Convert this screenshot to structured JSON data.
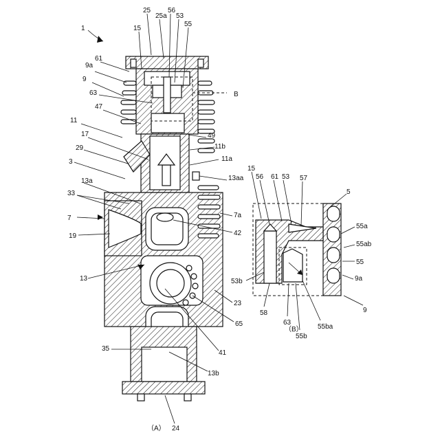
{
  "figure": {
    "view_labels": {
      "A": "（A）",
      "B": "（B）"
    },
    "labels_a": {
      "l1": "1",
      "l25": "25",
      "l25a": "25a",
      "l56": "56",
      "l53": "53",
      "l55": "55",
      "l15": "15",
      "l9a": "9a",
      "l61": "61",
      "l9": "9",
      "l63": "63",
      "l47": "47",
      "l11": "11",
      "l17": "17",
      "l49": "49",
      "l11b": "11b",
      "l11a": "11a",
      "l29": "29",
      "l3": "3",
      "l13aa": "13aa",
      "l13a": "13a",
      "l33": "33",
      "l7": "7",
      "l7a": "7a",
      "l19": "19",
      "l42": "42",
      "l13": "13",
      "l23": "23",
      "l65": "65",
      "l41": "41",
      "l35": "35",
      "l13b": "13b",
      "l24": "24",
      "lB": "B"
    },
    "labels_b": {
      "l15": "15",
      "l56": "56",
      "l61": "61",
      "l53": "53",
      "l57": "57",
      "l5": "5",
      "l55a": "55a",
      "l55ab": "55ab",
      "l55": "55",
      "l53b": "53b",
      "l9a": "9a",
      "l9": "9",
      "l58": "58",
      "l63": "63",
      "l55b": "55b",
      "l55ba": "55ba"
    }
  }
}
